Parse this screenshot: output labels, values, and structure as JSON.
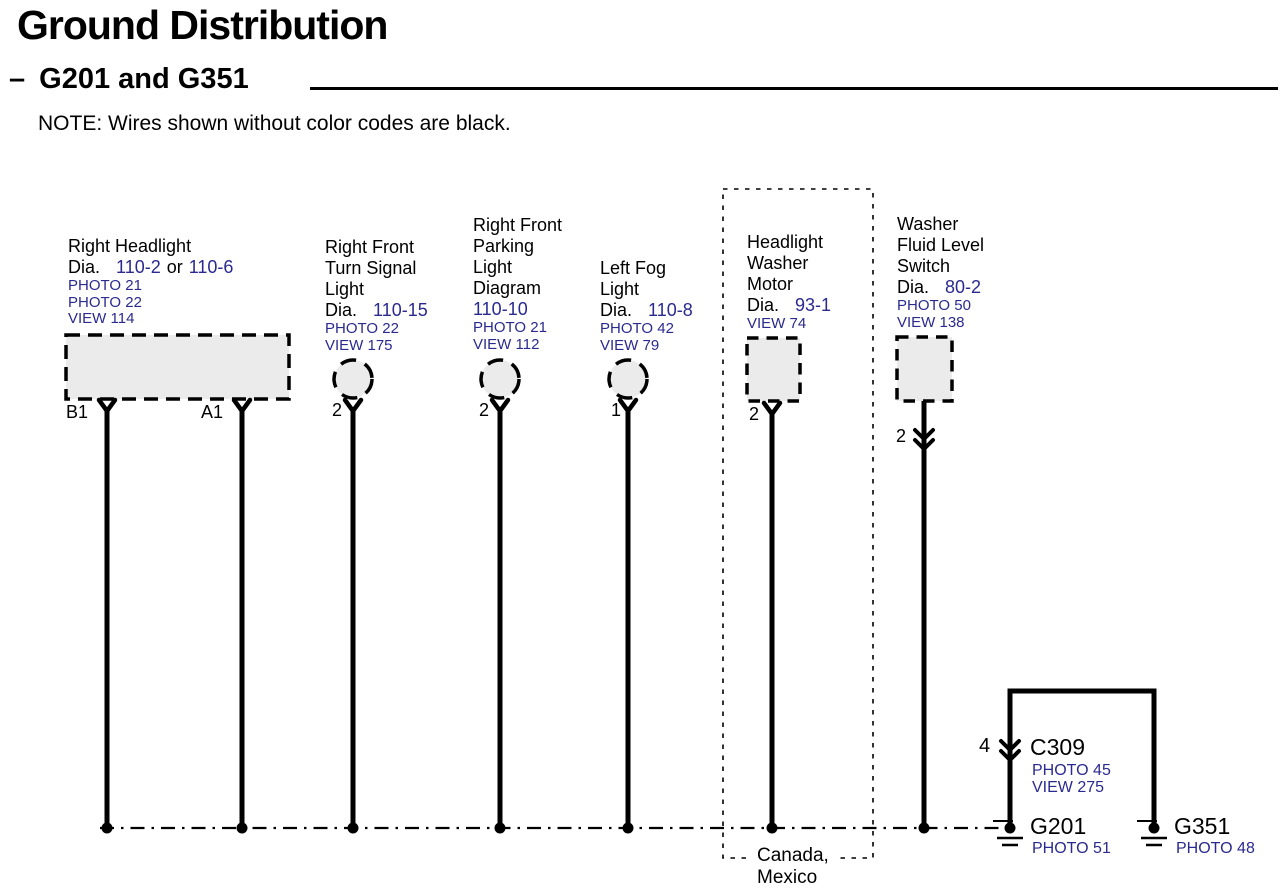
{
  "header": {
    "title": "Ground Distribution",
    "section_dash": "–",
    "section": "G201 and G351",
    "note": "NOTE: Wires shown without color codes are black."
  },
  "colors": {
    "link_blue": "#2a2a8f",
    "wire_black": "#000000",
    "component_fill": "#ebebeb",
    "background": "#ffffff"
  },
  "components": [
    {
      "id": "right-headlight",
      "name_lines": [
        "Right Headlight"
      ],
      "dia_label": "Dia.",
      "dia_value": "110-2",
      "dia_conj": "or",
      "dia_value2": "110-6",
      "refs": [
        "PHOTO 21",
        "PHOTO 22",
        "VIEW 114"
      ],
      "pins": [
        "B1",
        "A1"
      ]
    },
    {
      "id": "right-front-turn-signal-light",
      "name_lines": [
        "Right Front",
        "Turn Signal",
        "Light"
      ],
      "dia_label": "Dia.",
      "dia_value": "110-15",
      "refs": [
        "PHOTO 22",
        "VIEW 175"
      ],
      "pins": [
        "2"
      ]
    },
    {
      "id": "right-front-parking-light",
      "name_lines": [
        "Right Front",
        "Parking",
        "Light"
      ],
      "dia_label": "Diagram",
      "dia_value": "110-10",
      "refs": [
        "PHOTO 21",
        "VIEW 112"
      ],
      "pins": [
        "2"
      ]
    },
    {
      "id": "left-fog-light",
      "name_lines": [
        "Left Fog",
        "Light"
      ],
      "dia_label": "Dia.",
      "dia_value": "110-8",
      "refs": [
        "PHOTO 42",
        "VIEW 79"
      ],
      "pins": [
        "1"
      ]
    },
    {
      "id": "headlight-washer-motor",
      "name_lines": [
        "Headlight",
        "Washer",
        "Motor"
      ],
      "dia_label": "Dia.",
      "dia_value": "93-1",
      "refs": [
        "VIEW 74"
      ],
      "pins": [
        "2"
      ]
    },
    {
      "id": "washer-fluid-level-switch",
      "name_lines": [
        "Washer",
        "Fluid Level",
        "Switch"
      ],
      "dia_label": "Dia.",
      "dia_value": "80-2",
      "refs": [
        "PHOTO 50",
        "VIEW 138"
      ],
      "pins": [
        "2"
      ]
    }
  ],
  "connectors": [
    {
      "id": "c309",
      "pin": "4",
      "label": "C309",
      "refs": [
        "PHOTO 45",
        "VIEW 275"
      ]
    }
  ],
  "grounds": [
    {
      "id": "g201",
      "label": "G201",
      "refs": [
        "PHOTO 51"
      ]
    },
    {
      "id": "g351",
      "label": "G351",
      "refs": [
        "PHOTO 48"
      ]
    }
  ],
  "region": {
    "label_lines": [
      "Canada,",
      "Mexico"
    ]
  }
}
